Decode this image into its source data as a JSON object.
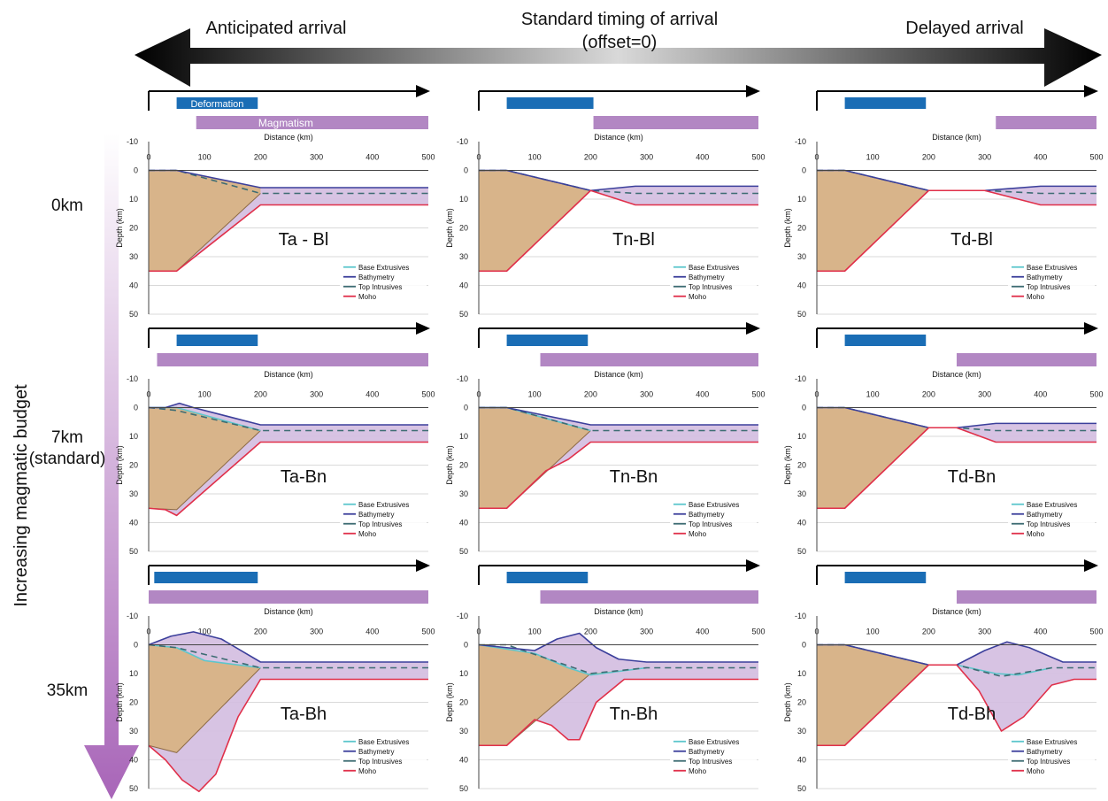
{
  "header": {
    "left": "Anticipated arrival",
    "center_line1": "Standard timing of arrival",
    "center_line2": "(offset=0)",
    "right": "Delayed arrival"
  },
  "side": {
    "axis_label": "Increasing magmatic budget",
    "rows": [
      "0km",
      "7km",
      "(standard)",
      "35km"
    ]
  },
  "bars": {
    "deformation": "Deformation",
    "magmatism": "Magmatism"
  },
  "colors": {
    "continent": "#d8b48a",
    "magmatic": "#d3bde0",
    "deformation_bar": "#1a6db5",
    "magmatism_bar": "#b287c3",
    "base_extrusives": "#5cc6cc",
    "bathymetry": "#3b3f9b",
    "top_intrusives": "#3d6c73",
    "moho": "#e0304a",
    "big_arrow": "#000000",
    "side_arrow": "#a865b8"
  },
  "chart_data": {
    "type": "area",
    "xlabel": "Distance (km)",
    "ylabel": "Depth (km)",
    "xlim": [
      0,
      500
    ],
    "ylim": [
      -10,
      50
    ],
    "x_ticks": [
      "0",
      "100",
      "200",
      "300",
      "400",
      "500"
    ],
    "y_ticks": [
      "-10",
      "0",
      "10",
      "20",
      "30",
      "40",
      "50"
    ],
    "grid": "horizontal",
    "legend": [
      "Base Extrusives",
      "Bathymetry",
      "Top Intrusives",
      "Moho"
    ],
    "legend_position": "bottom-right",
    "panels": [
      {
        "label": "Ta - Bl",
        "budget_km": 0,
        "timing": "anticipated",
        "deformation": [
          50,
          195
        ],
        "magmatism": [
          85,
          500
        ],
        "bathymetry": [
          [
            0,
            0
          ],
          [
            50,
            0
          ],
          [
            200,
            6
          ],
          [
            500,
            6
          ]
        ],
        "top_intrusives": [
          [
            0,
            0
          ],
          [
            50,
            0
          ],
          [
            200,
            8
          ],
          [
            500,
            8
          ]
        ],
        "moho": [
          [
            0,
            35
          ],
          [
            50,
            35
          ],
          [
            200,
            12
          ],
          [
            500,
            12
          ]
        ],
        "base_continent": [
          [
            0,
            35
          ],
          [
            50,
            35
          ],
          [
            200,
            8
          ]
        ]
      },
      {
        "label": "Tn-Bl",
        "budget_km": 0,
        "timing": "standard",
        "deformation": [
          50,
          205
        ],
        "magmatism": [
          205,
          500
        ],
        "bathymetry": [
          [
            0,
            0
          ],
          [
            50,
            0
          ],
          [
            200,
            7
          ],
          [
            280,
            5.5
          ],
          [
            500,
            5.5
          ]
        ],
        "top_intrusives": [
          [
            0,
            0
          ],
          [
            50,
            0
          ],
          [
            200,
            7
          ],
          [
            280,
            8
          ],
          [
            500,
            8
          ]
        ],
        "moho": [
          [
            0,
            35
          ],
          [
            50,
            35
          ],
          [
            200,
            7
          ],
          [
            280,
            12
          ],
          [
            500,
            12
          ]
        ],
        "base_continent": [
          [
            0,
            35
          ],
          [
            50,
            35
          ],
          [
            200,
            7
          ]
        ]
      },
      {
        "label": "Td-Bl",
        "budget_km": 0,
        "timing": "delayed",
        "deformation": [
          50,
          195
        ],
        "magmatism": [
          320,
          500
        ],
        "bathymetry": [
          [
            0,
            0
          ],
          [
            50,
            0
          ],
          [
            200,
            7
          ],
          [
            300,
            7
          ],
          [
            400,
            5.5
          ],
          [
            500,
            5.5
          ]
        ],
        "top_intrusives": [
          [
            0,
            0
          ],
          [
            50,
            0
          ],
          [
            200,
            7
          ],
          [
            300,
            7
          ],
          [
            400,
            8
          ],
          [
            500,
            8
          ]
        ],
        "moho": [
          [
            0,
            35
          ],
          [
            50,
            35
          ],
          [
            200,
            7
          ],
          [
            300,
            7
          ],
          [
            400,
            12
          ],
          [
            500,
            12
          ]
        ],
        "base_continent": [
          [
            0,
            35
          ],
          [
            50,
            35
          ],
          [
            200,
            7
          ]
        ]
      },
      {
        "label": "Ta-Bn",
        "budget_km": 7,
        "timing": "anticipated",
        "deformation": [
          50,
          195
        ],
        "magmatism": [
          15,
          500
        ],
        "bathymetry": [
          [
            0,
            0
          ],
          [
            30,
            0
          ],
          [
            55,
            -1.5
          ],
          [
            80,
            0
          ],
          [
            200,
            6
          ],
          [
            500,
            6
          ]
        ],
        "base_extrusives": [
          [
            0,
            0
          ],
          [
            50,
            0
          ],
          [
            200,
            8
          ]
        ],
        "top_intrusives": [
          [
            0,
            0
          ],
          [
            50,
            1
          ],
          [
            200,
            8
          ],
          [
            500,
            8
          ]
        ],
        "moho": [
          [
            0,
            35
          ],
          [
            30,
            35.5
          ],
          [
            50,
            37.5
          ],
          [
            200,
            12
          ],
          [
            500,
            12
          ]
        ],
        "base_continent": [
          [
            0,
            35
          ],
          [
            50,
            35.5
          ],
          [
            200,
            8
          ]
        ]
      },
      {
        "label": "Tn-Bn",
        "budget_km": 7,
        "timing": "standard",
        "deformation": [
          50,
          195
        ],
        "magmatism": [
          110,
          500
        ],
        "bathymetry": [
          [
            0,
            0
          ],
          [
            50,
            0
          ],
          [
            200,
            6
          ],
          [
            500,
            6
          ]
        ],
        "base_extrusives": [
          [
            0,
            0
          ],
          [
            50,
            0
          ],
          [
            200,
            8
          ]
        ],
        "top_intrusives": [
          [
            0,
            0
          ],
          [
            50,
            0
          ],
          [
            200,
            8
          ],
          [
            500,
            8
          ]
        ],
        "moho": [
          [
            0,
            35
          ],
          [
            50,
            35
          ],
          [
            120,
            22
          ],
          [
            160,
            18
          ],
          [
            200,
            12
          ],
          [
            500,
            12
          ]
        ],
        "base_continent": [
          [
            0,
            35
          ],
          [
            50,
            35
          ],
          [
            200,
            8
          ]
        ]
      },
      {
        "label": "Td-Bn",
        "budget_km": 7,
        "timing": "delayed",
        "deformation": [
          50,
          195
        ],
        "magmatism": [
          250,
          500
        ],
        "bathymetry": [
          [
            0,
            0
          ],
          [
            50,
            0
          ],
          [
            200,
            7
          ],
          [
            250,
            7
          ],
          [
            320,
            5.5
          ],
          [
            500,
            5.5
          ]
        ],
        "top_intrusives": [
          [
            0,
            0
          ],
          [
            50,
            0
          ],
          [
            200,
            7
          ],
          [
            250,
            7
          ],
          [
            320,
            8
          ],
          [
            500,
            8
          ]
        ],
        "moho": [
          [
            0,
            35
          ],
          [
            50,
            35
          ],
          [
            200,
            7
          ],
          [
            250,
            7
          ],
          [
            320,
            12
          ],
          [
            500,
            12
          ]
        ],
        "base_continent": [
          [
            0,
            35
          ],
          [
            50,
            35
          ],
          [
            200,
            7
          ]
        ]
      },
      {
        "label": "Ta-Bh",
        "budget_km": 35,
        "timing": "anticipated",
        "deformation": [
          10,
          195
        ],
        "magmatism": [
          0,
          500
        ],
        "bathymetry": [
          [
            0,
            0
          ],
          [
            40,
            -3
          ],
          [
            80,
            -4.5
          ],
          [
            130,
            -2
          ],
          [
            200,
            6
          ],
          [
            500,
            6
          ]
        ],
        "base_extrusives": [
          [
            0,
            0
          ],
          [
            50,
            1
          ],
          [
            100,
            5.5
          ],
          [
            200,
            8
          ]
        ],
        "top_intrusives": [
          [
            0,
            0
          ],
          [
            50,
            1
          ],
          [
            200,
            8
          ],
          [
            500,
            8
          ]
        ],
        "moho": [
          [
            0,
            35
          ],
          [
            30,
            40
          ],
          [
            60,
            47
          ],
          [
            90,
            51
          ],
          [
            120,
            45
          ],
          [
            160,
            25
          ],
          [
            200,
            12
          ],
          [
            500,
            12
          ]
        ],
        "base_continent": [
          [
            0,
            35
          ],
          [
            50,
            37.5
          ],
          [
            200,
            8
          ]
        ]
      },
      {
        "label": "Tn-Bh",
        "budget_km": 35,
        "timing": "standard",
        "deformation": [
          50,
          195
        ],
        "magmatism": [
          110,
          500
        ],
        "bathymetry": [
          [
            0,
            0
          ],
          [
            100,
            2
          ],
          [
            140,
            -2
          ],
          [
            180,
            -4
          ],
          [
            210,
            1
          ],
          [
            250,
            5
          ],
          [
            300,
            6
          ],
          [
            500,
            6
          ]
        ],
        "base_extrusives": [
          [
            0,
            0
          ],
          [
            100,
            3
          ],
          [
            160,
            8
          ],
          [
            200,
            10.5
          ],
          [
            300,
            8
          ]
        ],
        "top_intrusives": [
          [
            0,
            0
          ],
          [
            50,
            0
          ],
          [
            200,
            10
          ],
          [
            300,
            8
          ],
          [
            500,
            8
          ]
        ],
        "moho": [
          [
            0,
            35
          ],
          [
            50,
            35
          ],
          [
            100,
            26
          ],
          [
            130,
            28
          ],
          [
            160,
            33
          ],
          [
            180,
            33
          ],
          [
            210,
            20
          ],
          [
            260,
            12
          ],
          [
            500,
            12
          ]
        ],
        "base_continent": [
          [
            0,
            35
          ],
          [
            50,
            35
          ],
          [
            200,
            10
          ]
        ]
      },
      {
        "label": "Td-Bh",
        "budget_km": 35,
        "timing": "delayed",
        "deformation": [
          50,
          195
        ],
        "magmatism": [
          250,
          500
        ],
        "bathymetry": [
          [
            0,
            0
          ],
          [
            50,
            0
          ],
          [
            200,
            7
          ],
          [
            250,
            7
          ],
          [
            300,
            2
          ],
          [
            340,
            -1
          ],
          [
            380,
            1
          ],
          [
            440,
            6
          ],
          [
            500,
            6
          ]
        ],
        "base_extrusives": [
          [
            250,
            7
          ],
          [
            320,
            10
          ],
          [
            360,
            10.5
          ],
          [
            420,
            8
          ]
        ],
        "top_intrusives": [
          [
            0,
            0
          ],
          [
            50,
            0
          ],
          [
            200,
            7
          ],
          [
            250,
            7
          ],
          [
            330,
            11
          ],
          [
            420,
            8
          ],
          [
            500,
            8
          ]
        ],
        "moho": [
          [
            0,
            35
          ],
          [
            50,
            35
          ],
          [
            200,
            7
          ],
          [
            250,
            7
          ],
          [
            290,
            16
          ],
          [
            330,
            30
          ],
          [
            370,
            25
          ],
          [
            420,
            14
          ],
          [
            460,
            12
          ],
          [
            500,
            12
          ]
        ],
        "base_continent": [
          [
            0,
            35
          ],
          [
            50,
            35
          ],
          [
            200,
            7
          ]
        ]
      }
    ]
  }
}
